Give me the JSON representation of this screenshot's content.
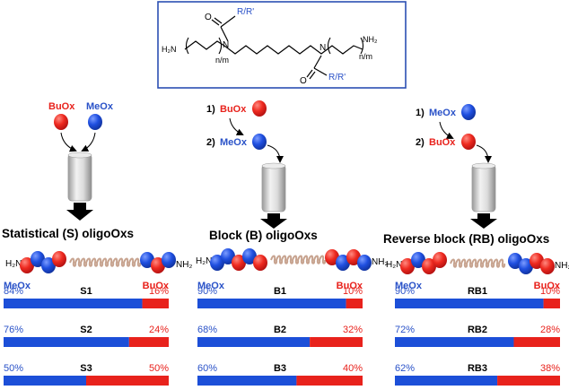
{
  "colors": {
    "meox": "#1c4fd8",
    "buox": "#e8221c",
    "frame": "#2b4fb3",
    "black": "#000000",
    "text_blue": "#2a52c8",
    "text_red": "#e8221c"
  },
  "structure": {
    "r_group": "R/R'",
    "r_group_slash_color_note": "",
    "left_end": "H₂N",
    "right_end": "NH₂",
    "n_m": "n/m",
    "o": "O",
    "n": "N"
  },
  "monomers": {
    "buox": "BuOx",
    "meox": "MeOx"
  },
  "steps": {
    "step1": "1)",
    "step2": "2)"
  },
  "panels": [
    {
      "title": "Statistical (S) oligoOxs",
      "left_label": "MeOx",
      "right_label": "BuOx",
      "rows": [
        {
          "code": "S1",
          "meox_pct": "84%",
          "buox_pct": "16%",
          "meox_frac": 0.84
        },
        {
          "code": "S2",
          "meox_pct": "76%",
          "buox_pct": "24%",
          "meox_frac": 0.76
        },
        {
          "code": "S3",
          "meox_pct": "50%",
          "buox_pct": "50%",
          "meox_frac": 0.5
        }
      ]
    },
    {
      "title": "Block (B) oligoOxs",
      "left_label": "MeOx",
      "right_label": "BuOx",
      "rows": [
        {
          "code": "B1",
          "meox_pct": "90%",
          "buox_pct": "10%",
          "meox_frac": 0.9
        },
        {
          "code": "B2",
          "meox_pct": "68%",
          "buox_pct": "32%",
          "meox_frac": 0.68
        },
        {
          "code": "B3",
          "meox_pct": "60%",
          "buox_pct": "40%",
          "meox_frac": 0.6
        }
      ]
    },
    {
      "title": "Reverse block (RB) oligoOxs",
      "left_label": "MeOx",
      "right_label": "BuOx",
      "rows": [
        {
          "code": "RB1",
          "meox_pct": "90%",
          "buox_pct": "10%",
          "meox_frac": 0.9
        },
        {
          "code": "RB2",
          "meox_pct": "72%",
          "buox_pct": "28%",
          "meox_frac": 0.72
        },
        {
          "code": "RB3",
          "meox_pct": "62%",
          "buox_pct": "38%",
          "meox_frac": 0.62
        }
      ]
    }
  ]
}
